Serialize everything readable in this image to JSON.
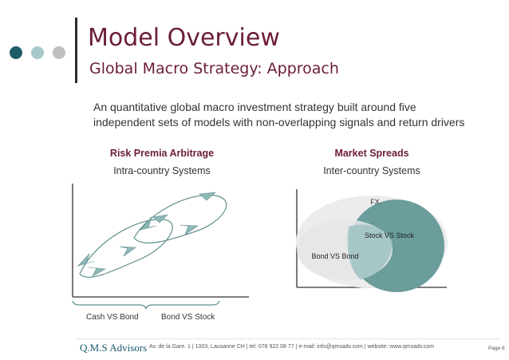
{
  "header": {
    "title": "Model Overview",
    "subtitle": "Global Macro Strategy: Approach",
    "dot_colors": [
      "#1f5a67",
      "#a7c9cc",
      "#bfbfbf"
    ]
  },
  "intro": {
    "line1": "An quantitative global macro investment strategy built around five",
    "line2": "independent sets of models with non-overlapping signals and return drivers"
  },
  "left_panel": {
    "heading": "Risk Premia Arbitrage",
    "subheading": "Intra-country Systems",
    "bracket_labels": [
      "Cash VS Bond",
      "Bond VS Stock"
    ]
  },
  "right_panel": {
    "heading": "Market Spreads",
    "subheading": "Inter-country Systems",
    "circles": {
      "fx": "FX",
      "stock_bond": "Stock VS Stock",
      "bond_bond": "Bond VS Bond"
    }
  },
  "footer": {
    "brand": "Q.M.S Advisors",
    "info": "Av. de la Gare. 1  | 1003, Lausanne CH | tel: 078 922 08 77 | e-mail: info@qmsadv.com  | website: www.qmsadv.com",
    "page": "Page 8"
  },
  "colors": {
    "accent": "#6b1d3a",
    "teal": "#6a9d9c",
    "teal_dark": "#3e6f70",
    "light_teal": "#9fc3c3",
    "grey_ellipse": "#e6e6e6",
    "grey_ellipse_outer": "#ececec"
  }
}
